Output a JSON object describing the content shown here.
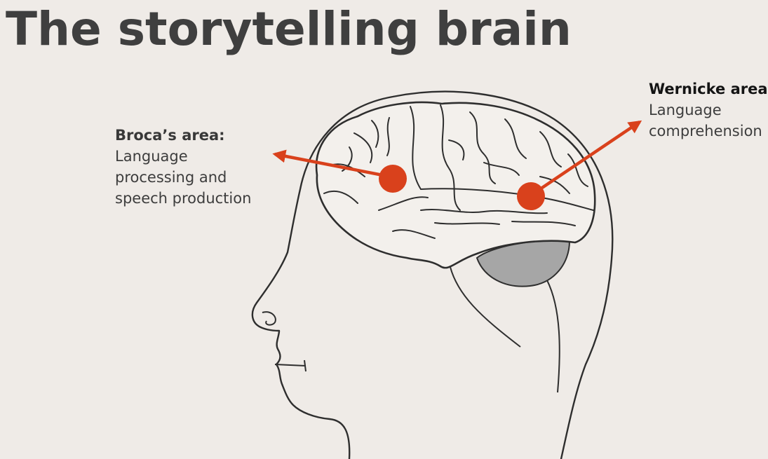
{
  "slide": {
    "title": "The storytelling brain"
  },
  "callouts": {
    "broca": {
      "heading": "Broca’s area:",
      "lines": [
        "Language",
        "processing and",
        "speech production"
      ]
    },
    "wernicke": {
      "heading": "Wernicke area:",
      "lines": [
        "Language",
        "comprehension"
      ]
    }
  },
  "colors": {
    "background": "#efebe7",
    "title_text": "#3f3f3f",
    "marker": "#d9411c",
    "outline": "#2e2e2e",
    "brain_fill": "#f3f0ec",
    "cerebellum_fill": "#a6a6a6"
  }
}
